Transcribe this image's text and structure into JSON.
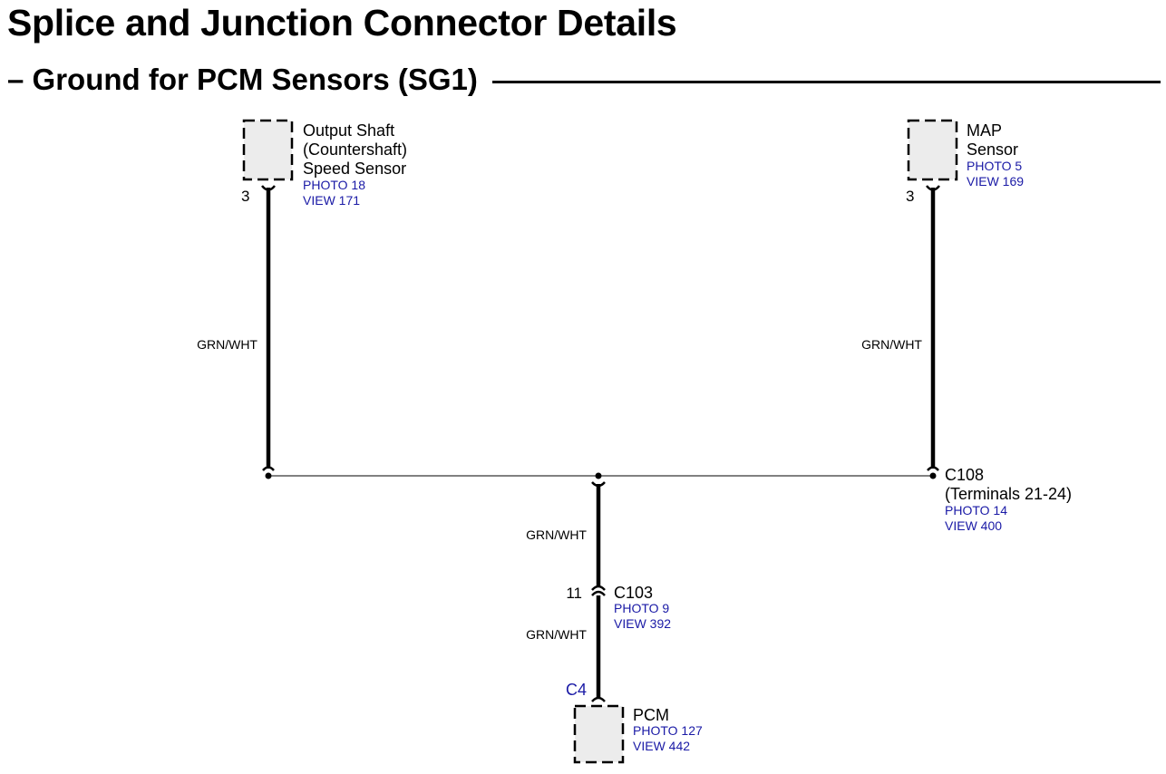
{
  "title": "Splice and Junction Connector Details",
  "subtitle": "– Ground for PCM Sensors (SG1)",
  "components": {
    "oss": {
      "name_lines": [
        "Output Shaft",
        "(Countershaft)",
        "Speed Sensor"
      ],
      "photo": "PHOTO 18",
      "view": "VIEW 171",
      "pin": "3"
    },
    "map": {
      "name_lines": [
        "MAP",
        "Sensor"
      ],
      "photo": "PHOTO 5",
      "view": "VIEW 169",
      "pin": "3"
    },
    "pcm": {
      "name": "PCM",
      "photo": "PHOTO 127",
      "view": "VIEW 442",
      "connector": "C4"
    }
  },
  "connectors": {
    "c108": {
      "name": "C108",
      "detail": "(Terminals 21-24)",
      "photo": "PHOTO 14",
      "view": "VIEW 400"
    },
    "c103": {
      "name": "C103",
      "pin": "11",
      "photo": "PHOTO 9",
      "view": "VIEW 392"
    }
  },
  "wires": {
    "oss_to_splice": "GRN/WHT",
    "map_to_splice": "GRN/WHT",
    "splice_to_c103": "GRN/WHT",
    "c103_to_pcm": "GRN/WHT"
  },
  "colors": {
    "reference_text": "#1a1aa6",
    "component_fill": "#ececec",
    "wire": "#000000"
  }
}
